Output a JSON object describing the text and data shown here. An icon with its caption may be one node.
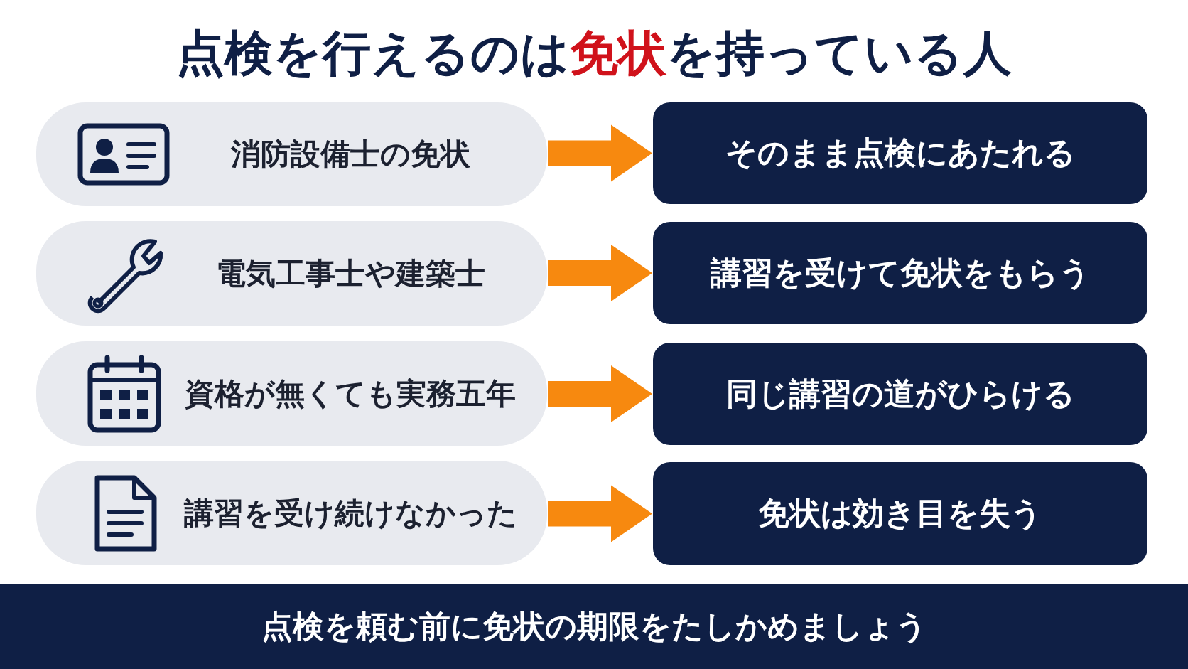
{
  "diagram": {
    "title": "点検を行えるのは**免状**を持っている人",
    "nodes": [
      {
        "text": [
          "消防設備士の免状"
        ]
      },
      {
        "text": [
          "電気工事士や建築士"
        ]
      },
      {
        "text": [
          "資格が無くても実務五年"
        ]
      },
      {
        "text": [
          "講習を受け続けなかった"
        ]
      },
      {
        "text": [
          "そのまま点検にあたれる"
        ]
      },
      {
        "text": [
          "講習を受けて免状をもらう"
        ]
      },
      {
        "text": [
          "同じ講習の道がひらける"
        ]
      },
      {
        "text": [
          "免状は効き目を失う"
        ]
      },
      {
        "text": [
          "点検を頼む前に免状の期限をたしかめましょう"
        ]
      }
    ],
    "edges": [
      {
        "from": 0,
        "to": 4,
        "arrow": "to"
      },
      {
        "from": 1,
        "to": 5,
        "arrow": "to"
      },
      {
        "from": 2,
        "to": 6,
        "arrow": "to"
      },
      {
        "from": 3,
        "to": 7,
        "arrow": "to"
      }
    ]
  }
}
